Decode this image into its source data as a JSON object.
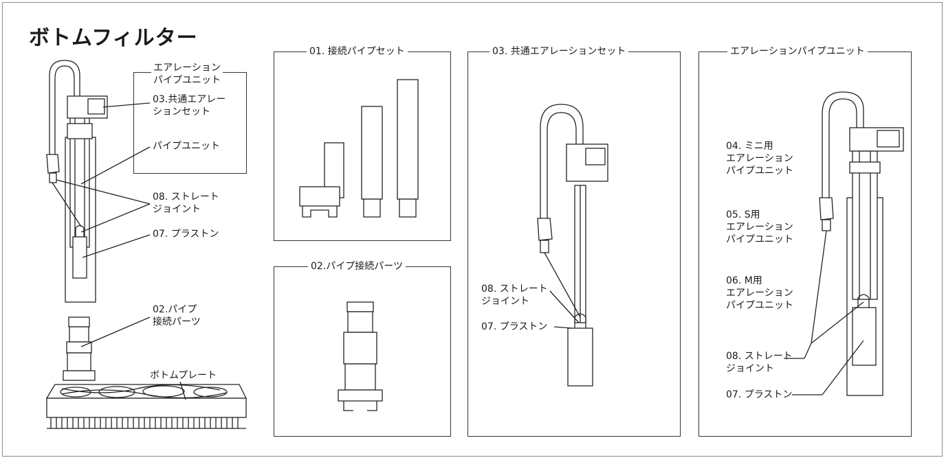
{
  "title": "ボトムフィルター",
  "overview": {
    "callout_box_title": "エアレーション\nパイプユニット",
    "labels": {
      "aeration_set": "03.共通エアレー\nションセット",
      "pipe_unit": "パイプユニット",
      "straight_joint": "08. ストレート\nジョイント",
      "plaston": "07. プラストン",
      "pipe_connect": "02.パイプ\n接続パーツ",
      "bottom_plate": "ボトムプレート"
    }
  },
  "panels": {
    "p01": {
      "title": "01. 接続パイプセット"
    },
    "p02": {
      "title": "02.パイプ接続パーツ"
    },
    "p03": {
      "title": "03. 共通エアレーションセット",
      "labels": {
        "straight_joint": "08. ストレート\nジョイント",
        "plaston": "07. プラストン"
      }
    },
    "p04": {
      "title": "エアレーションパイプユニット",
      "labels": {
        "mini": "04. ミニ用\nエアレーション\nパイプユニット",
        "s": "05. S用\nエアレーション\nパイプユニット",
        "m": "06. M用\nエアレーション\nパイプユニット",
        "straight_joint": "08. ストレート\nジョイント",
        "plaston": "07. プラストン"
      }
    }
  }
}
